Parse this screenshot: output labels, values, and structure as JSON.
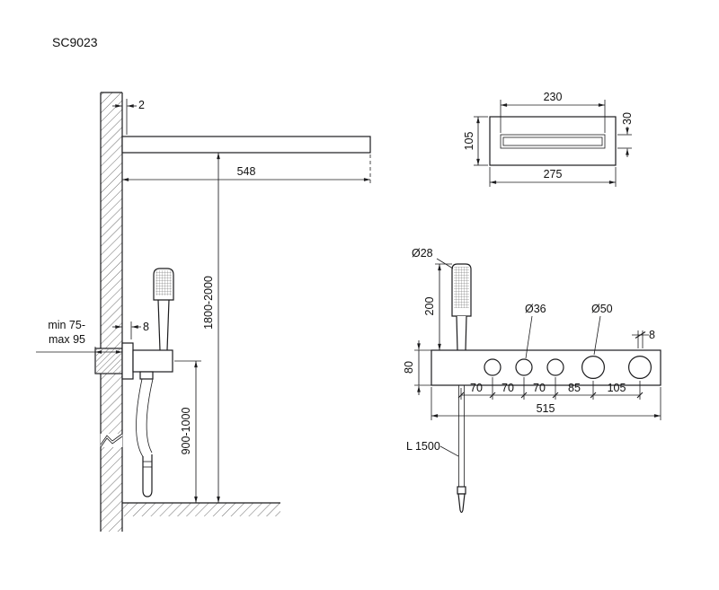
{
  "title": "SC9023",
  "side_view": {
    "spout_thickness": "2",
    "spout_length": "548",
    "mount_height": "1800-2000",
    "bracket_offset": "8",
    "embed_min": "min 75-",
    "embed_max": "max 95",
    "handle_height": "900-1000"
  },
  "plan_view": {
    "opening_width": "230",
    "body_width": "275",
    "body_depth": "105",
    "opening_depth": "30"
  },
  "front_view": {
    "handshower_diameter": "Ø28",
    "handshower_length": "200",
    "knob_small_diameter": "Ø36",
    "knob_large_diameter": "Ø50",
    "panel_thickness": "8",
    "panel_height": "80",
    "spacings": [
      "70",
      "70",
      "70",
      "85",
      "105"
    ],
    "panel_width": "515",
    "hose_length": "L 1500"
  }
}
